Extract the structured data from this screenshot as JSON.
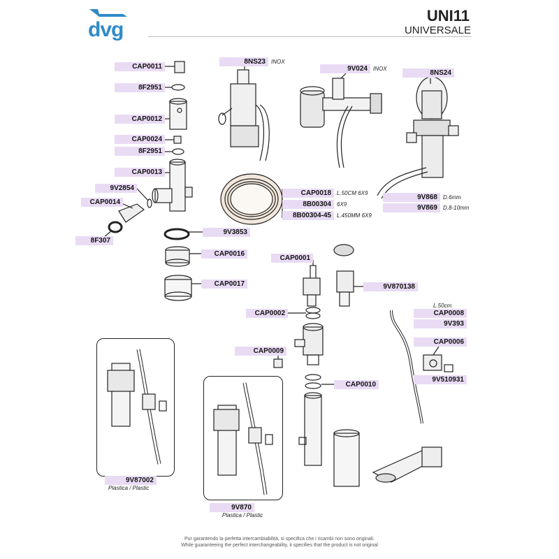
{
  "header": {
    "brand": "dvg",
    "title": "UNI11",
    "subtitle": "UNIVERSALE"
  },
  "parts": {
    "cap0011": "CAP0011",
    "f2951_a": "8F2951",
    "cap0012": "CAP0012",
    "cap0024": "CAP0024",
    "f2951_b": "8F2951",
    "cap0013": "CAP0013",
    "v2854": "9V2854",
    "cap0014": "CAP0014",
    "f307": "8F307",
    "ns23": "8NS23",
    "v024": "9V024",
    "ns24": "8NS24",
    "cap0018": "CAP0018",
    "b00304": "8B00304",
    "b0030445": "8B00304-45",
    "v868": "9V868",
    "v869": "9V869",
    "v3853": "9V3853",
    "cap0016": "CAP0016",
    "cap0017": "CAP0017",
    "cap0001": "CAP0001",
    "v870138": "9V870138",
    "cap0002": "CAP0002",
    "cap0008": "CAP0008",
    "v393": "9V393",
    "cap0009": "CAP0009",
    "cap0006": "CAP0006",
    "cap0010": "CAP0010",
    "v510931": "9V510931",
    "v87002": "9V87002",
    "v870": "9V870"
  },
  "notes": {
    "inox_a": "INOX",
    "inox_b": "INOX",
    "cap0018_spec": "L.50CM 6X9",
    "b00304_spec": "6X9",
    "b0030445_spec": "L.450MM 6X9",
    "v868_spec": "D.6mm",
    "v869_spec": "D.8-10mm",
    "cap0008_len": "L.50cm",
    "v87002_mat": "Plastica / Plastic",
    "v870_mat": "Plastica / Plastic"
  },
  "footer": {
    "line1": "Pur garantendo la perfetta intercambiabilità, si specifica che i ricambi non sono originali.",
    "line2": "While guaranteeing the perfect interchangeability, it specifies that the product is not original"
  },
  "colors": {
    "label_bg": "#e9dbf4",
    "brand": "#2f8bc8",
    "line": "#222222"
  }
}
